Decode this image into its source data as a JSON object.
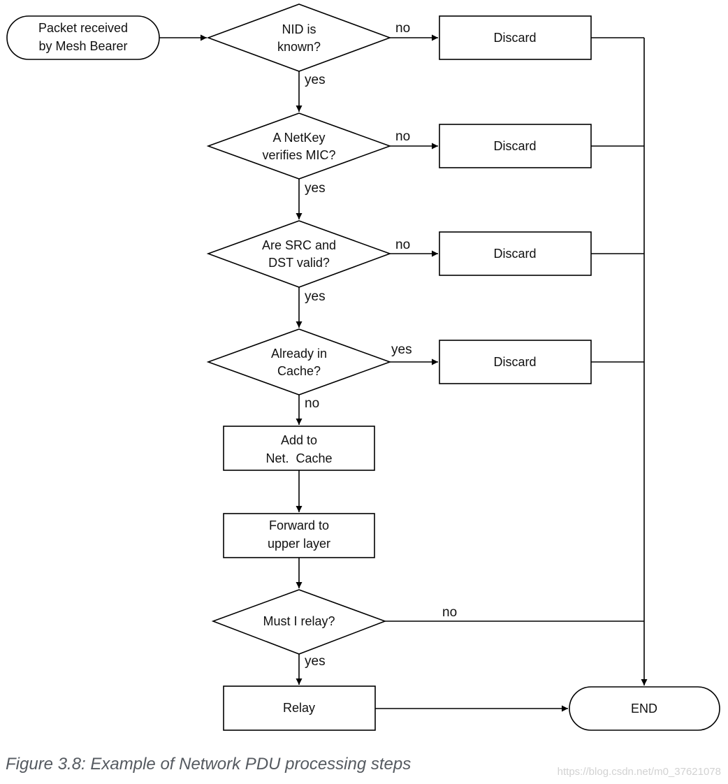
{
  "nodes": {
    "start": [
      "Packet received",
      "by Mesh Bearer"
    ],
    "q_nid": [
      "NID is",
      "known?"
    ],
    "q_netkey": [
      "A NetKey",
      "verifies MIC?"
    ],
    "q_srcdst": [
      "Are SRC and",
      "DST valid?"
    ],
    "q_cache": [
      "Already in",
      "Cache?"
    ],
    "add_cache": [
      "Add to",
      "Net.  Cache"
    ],
    "forward": [
      "Forward to",
      "upper layer"
    ],
    "q_relay": [
      "Must I relay?"
    ],
    "relay": [
      "Relay"
    ],
    "discard1": [
      "Discard"
    ],
    "discard2": [
      "Discard"
    ],
    "discard3": [
      "Discard"
    ],
    "discard4": [
      "Discard"
    ],
    "end": [
      "END"
    ]
  },
  "edges": {
    "nid_no": "no",
    "nid_yes": "yes",
    "netkey_no": "no",
    "netkey_yes": "yes",
    "srcdst_no": "no",
    "srcdst_yes": "yes",
    "cache_yes": "yes",
    "cache_no": "no",
    "relay_no": "no",
    "relay_yes": "yes"
  },
  "caption": "Figure 3.8: Example of Network PDU processing steps",
  "watermark": "https://blog.csdn.net/m0_37621078"
}
